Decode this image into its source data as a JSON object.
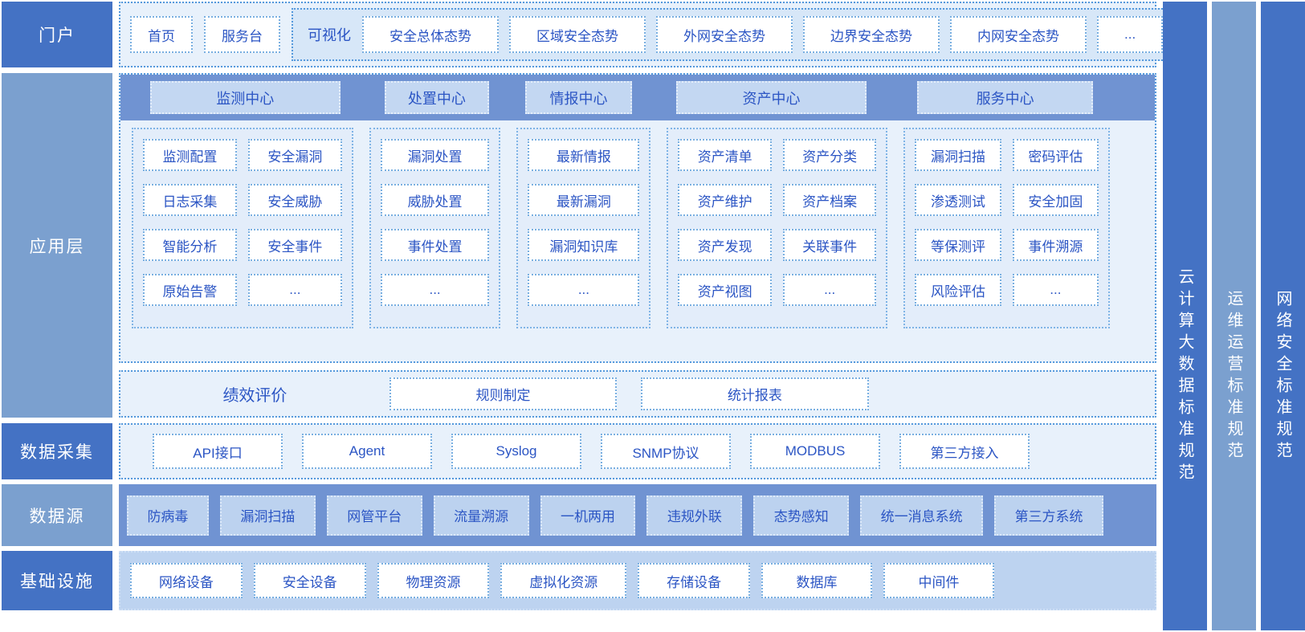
{
  "left_labels": [
    "门户",
    "应用层",
    "数据采集",
    "数据源",
    "基础设施"
  ],
  "portal": {
    "items": [
      "首页",
      "服务台"
    ],
    "viz": {
      "label": "可视化",
      "items": [
        "安全总体态势",
        "区域安全态势",
        "外网安全态势",
        "边界安全态势",
        "内网安全态势",
        "..."
      ]
    }
  },
  "app_layer": {
    "centers": [
      {
        "title": "监测中心",
        "cols": [
          [
            "监测配置",
            "日志采集",
            "智能分析",
            "原始告警"
          ],
          [
            "安全漏洞",
            "安全威胁",
            "安全事件",
            "..."
          ]
        ]
      },
      {
        "title": "处置中心",
        "cols": [
          [
            "漏洞处置",
            "威胁处置",
            "事件处置",
            "..."
          ]
        ]
      },
      {
        "title": "情报中心",
        "cols": [
          [
            "最新情报",
            "最新漏洞",
            "漏洞知识库",
            "..."
          ]
        ]
      },
      {
        "title": "资产中心",
        "cols": [
          [
            "资产清单",
            "资产维护",
            "资产发现",
            "资产视图"
          ],
          [
            "资产分类",
            "资产档案",
            "关联事件",
            "..."
          ]
        ]
      },
      {
        "title": "服务中心",
        "cols": [
          [
            "漏洞扫描",
            "渗透测试",
            "等保测评",
            "风险评估"
          ],
          [
            "密码评估",
            "安全加固",
            "事件溯源",
            "..."
          ]
        ]
      }
    ],
    "performance": {
      "label": "绩效评价",
      "boxes": [
        "规则制定",
        "统计报表"
      ]
    }
  },
  "data_collection": {
    "items": [
      "API接口",
      "Agent",
      "Syslog",
      "SNMP协议",
      "MODBUS",
      "第三方接入"
    ]
  },
  "data_sources": {
    "items": [
      "防病毒",
      "漏洞扫描",
      "网管平台",
      "流量溯源",
      "一机两用",
      "违规外联",
      "态势感知",
      "统一消息系统",
      "第三方系统"
    ]
  },
  "infrastructure": {
    "items": [
      "网络设备",
      "安全设备",
      "物理资源",
      "虚拟化资源",
      "存储设备",
      "数据库",
      "中间件"
    ]
  },
  "right_bars": [
    "云计算大数据标准规范",
    "运维运营标准规范",
    "网络安全标准规范"
  ],
  "colors": {
    "dark_blue": "#4472C4",
    "medium_blue": "#7BA0CF",
    "strip_blue": "#7093D2",
    "header_chip_bg": "#C3D7F2",
    "source_chip_bg": "#BCD2EF",
    "panel_bg": "#E8F1FB",
    "column_bg": "#E3EDFA",
    "viz_group_bg": "#D7E7F8",
    "infra_panel_bg": "#BDD3F0",
    "box_text": "#2B55C4",
    "box_border": "#79AFE1"
  }
}
